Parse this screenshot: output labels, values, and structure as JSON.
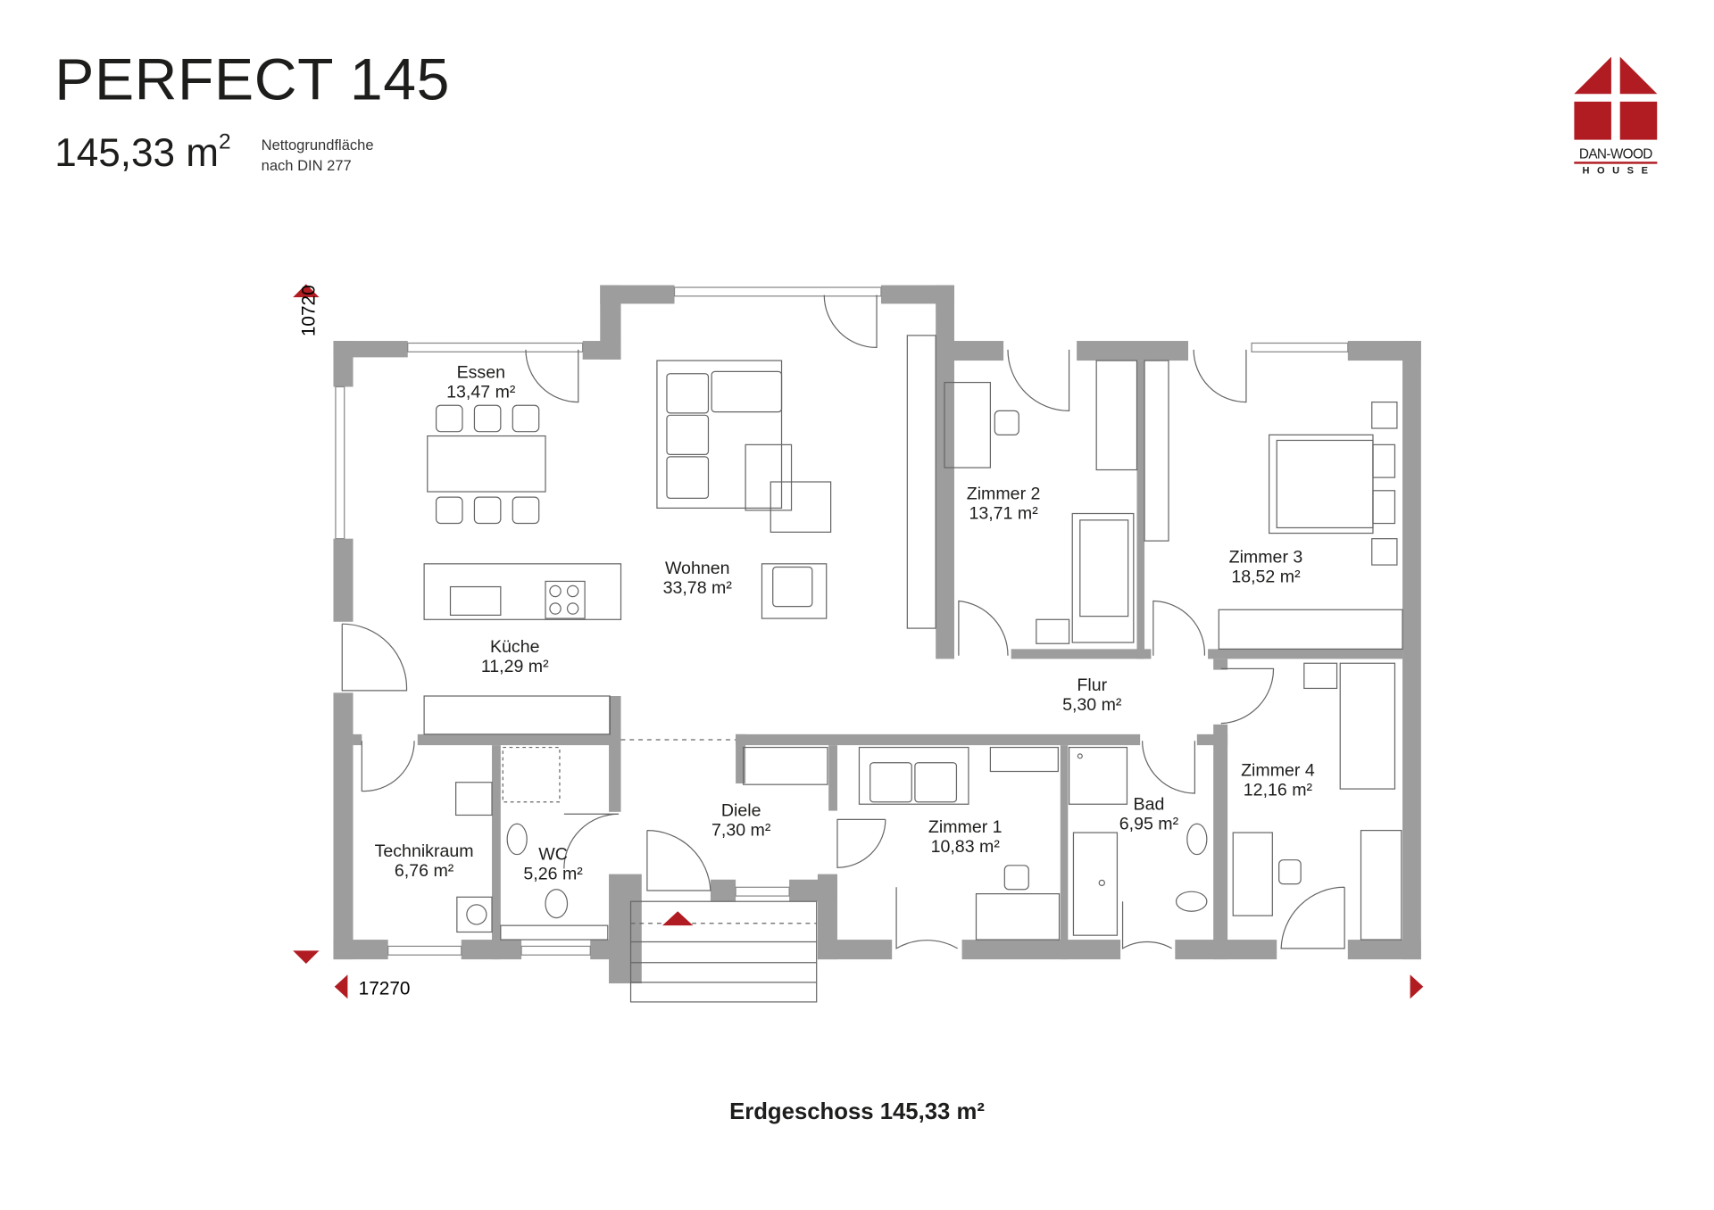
{
  "header": {
    "title": "PERFECT 145",
    "area": "145,33 m",
    "area_sup": "2",
    "note_line1": "Nettogrundfläche",
    "note_line2": "nach DIN 277"
  },
  "logo": {
    "name": "DAN-WOOD",
    "sub": "HOUSE",
    "color": "#b01c22"
  },
  "dimensions": {
    "height": "10720",
    "width": "17270"
  },
  "rooms": [
    {
      "name": "Essen",
      "area": "13,47 m²"
    },
    {
      "name": "Wohnen",
      "area": "33,78 m²"
    },
    {
      "name": "Küche",
      "area": "11,29 m²"
    },
    {
      "name": "Zimmer 2",
      "area": "13,71 m²"
    },
    {
      "name": "Zimmer 3",
      "area": "18,52 m²"
    },
    {
      "name": "Flur",
      "area": "5,30 m²"
    },
    {
      "name": "Zimmer 4",
      "area": "12,16 m²"
    },
    {
      "name": "Bad",
      "area": "6,95 m²"
    },
    {
      "name": "Zimmer 1",
      "area": "10,83 m²"
    },
    {
      "name": "Diele",
      "area": "7,30 m²"
    },
    {
      "name": "Technikraum",
      "area": "6,76 m²"
    },
    {
      "name": "WC",
      "area": "5,26 m²"
    }
  ],
  "caption": "Erdgeschoss 145,33 m²",
  "colors": {
    "wall": "#9d9d9d",
    "accent": "#b01c22"
  }
}
